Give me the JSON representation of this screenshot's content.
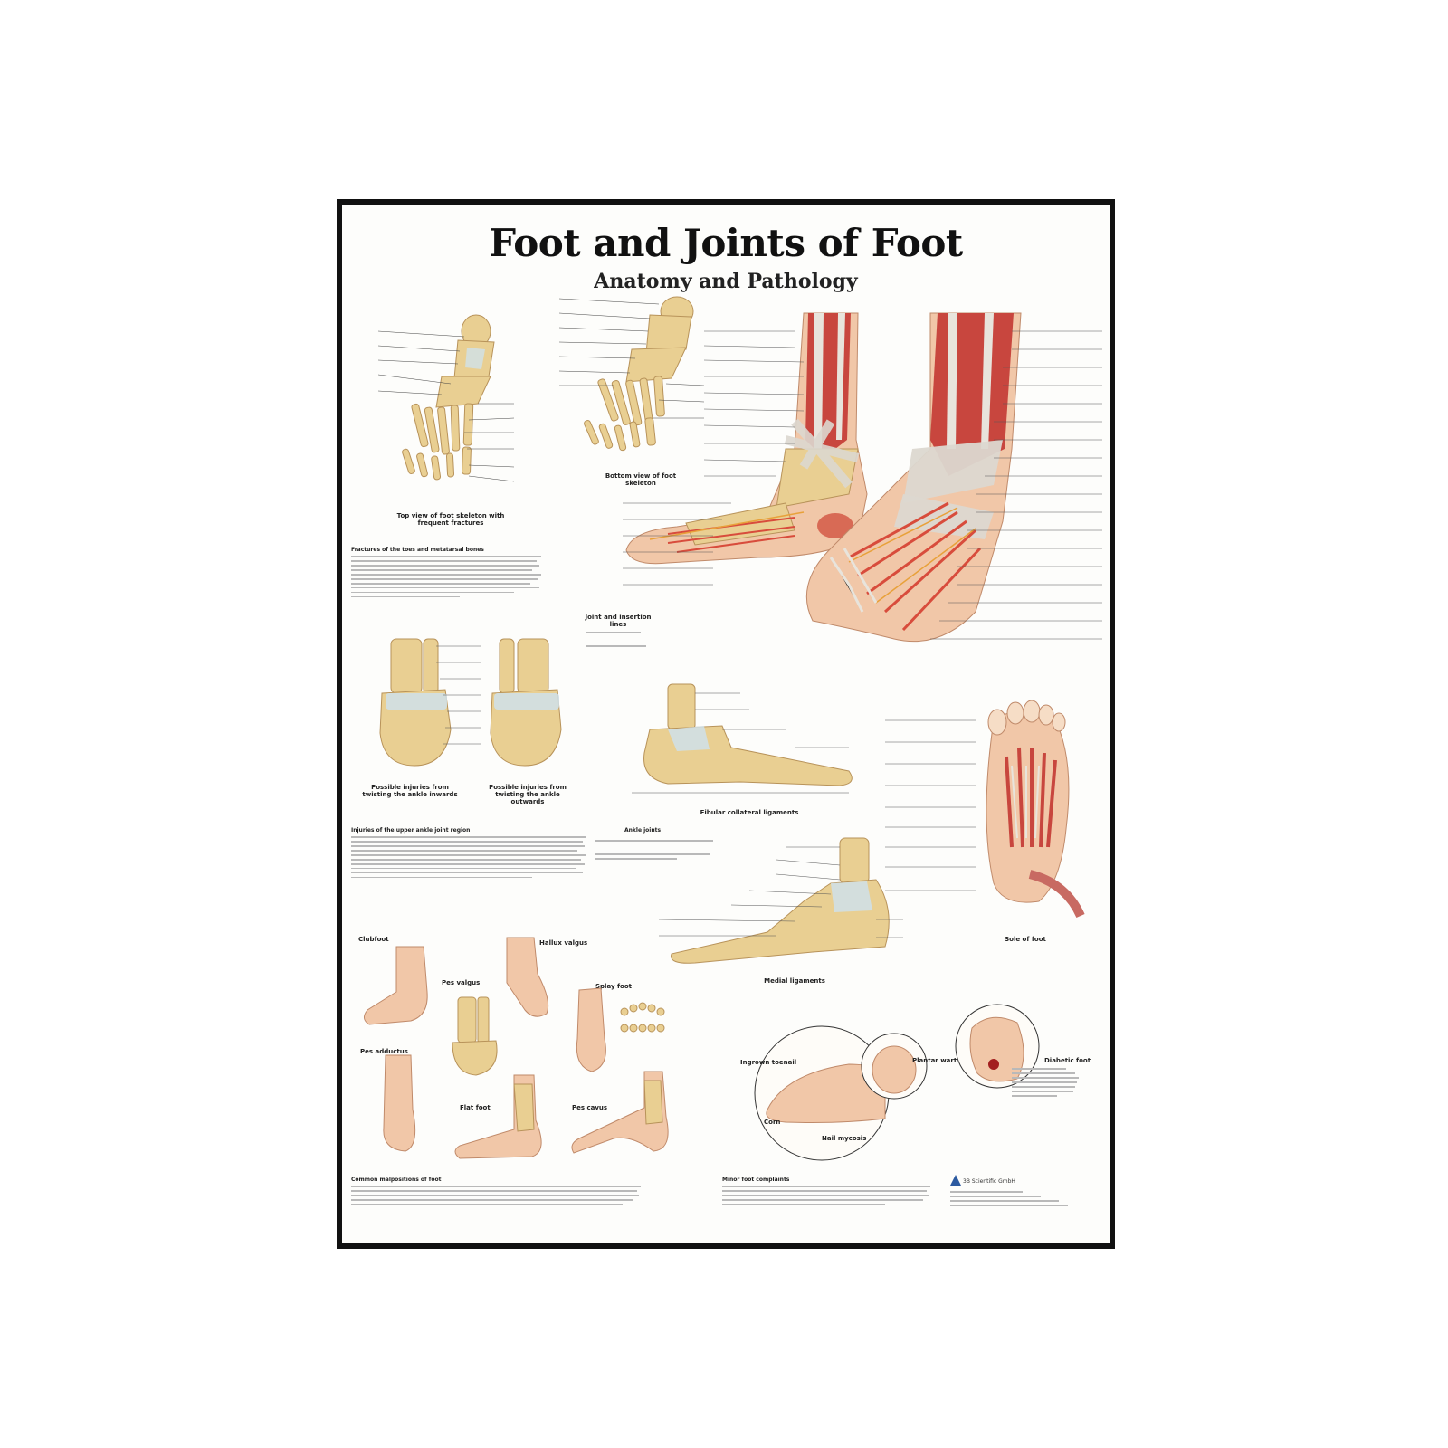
{
  "poster": {
    "title": "Foot and Joints of Foot",
    "subtitle": "Anatomy and Pathology"
  },
  "captions": {
    "top_view": "Top view of foot skeleton with frequent fractures",
    "bottom_view": "Bottom view of foot skeleton",
    "fractures_heading": "Fractures of the toes and metatarsal bones",
    "joint_heading": "Joint and insertion lines",
    "injury_inward": "Possible injuries from twisting the ankle inwards",
    "injury_outward": "Possible injuries from twisting the ankle outwards",
    "fibular_ligaments": "Fibular collateral ligaments",
    "upper_ankle_heading": "Injuries of the upper ankle joint region",
    "ankle_joints": "Ankle joints",
    "medial_ligaments": "Medial ligaments",
    "sole_of_foot": "Sole of foot",
    "clubfoot": "Clubfoot",
    "hallux_valgus": "Hallux valgus",
    "pes_valgus": "Pes valgus",
    "splay_foot": "Splay foot",
    "pes_adductus": "Pes adductus",
    "flat_foot": "Flat foot",
    "pes_cavus": "Pes cavus",
    "diabetic_foot": "Diabetic foot",
    "malpositions_heading": "Common malpositions of foot",
    "minor_complaints_heading": "Minor foot complaints",
    "ingrown_toenail": "Ingrown toenail",
    "corn": "Corn",
    "nail_mycosis": "Nail mycosis",
    "plantar_wart": "Plantar wart"
  },
  "publisher": {
    "name": "3B Scientific GmbH"
  },
  "colors": {
    "bone": "#e9cf92",
    "bone_shade": "#c9a867",
    "muscle": "#c8463e",
    "tendon": "#e8e4dc",
    "skin": "#f1c7a8",
    "frame": "#111111"
  }
}
